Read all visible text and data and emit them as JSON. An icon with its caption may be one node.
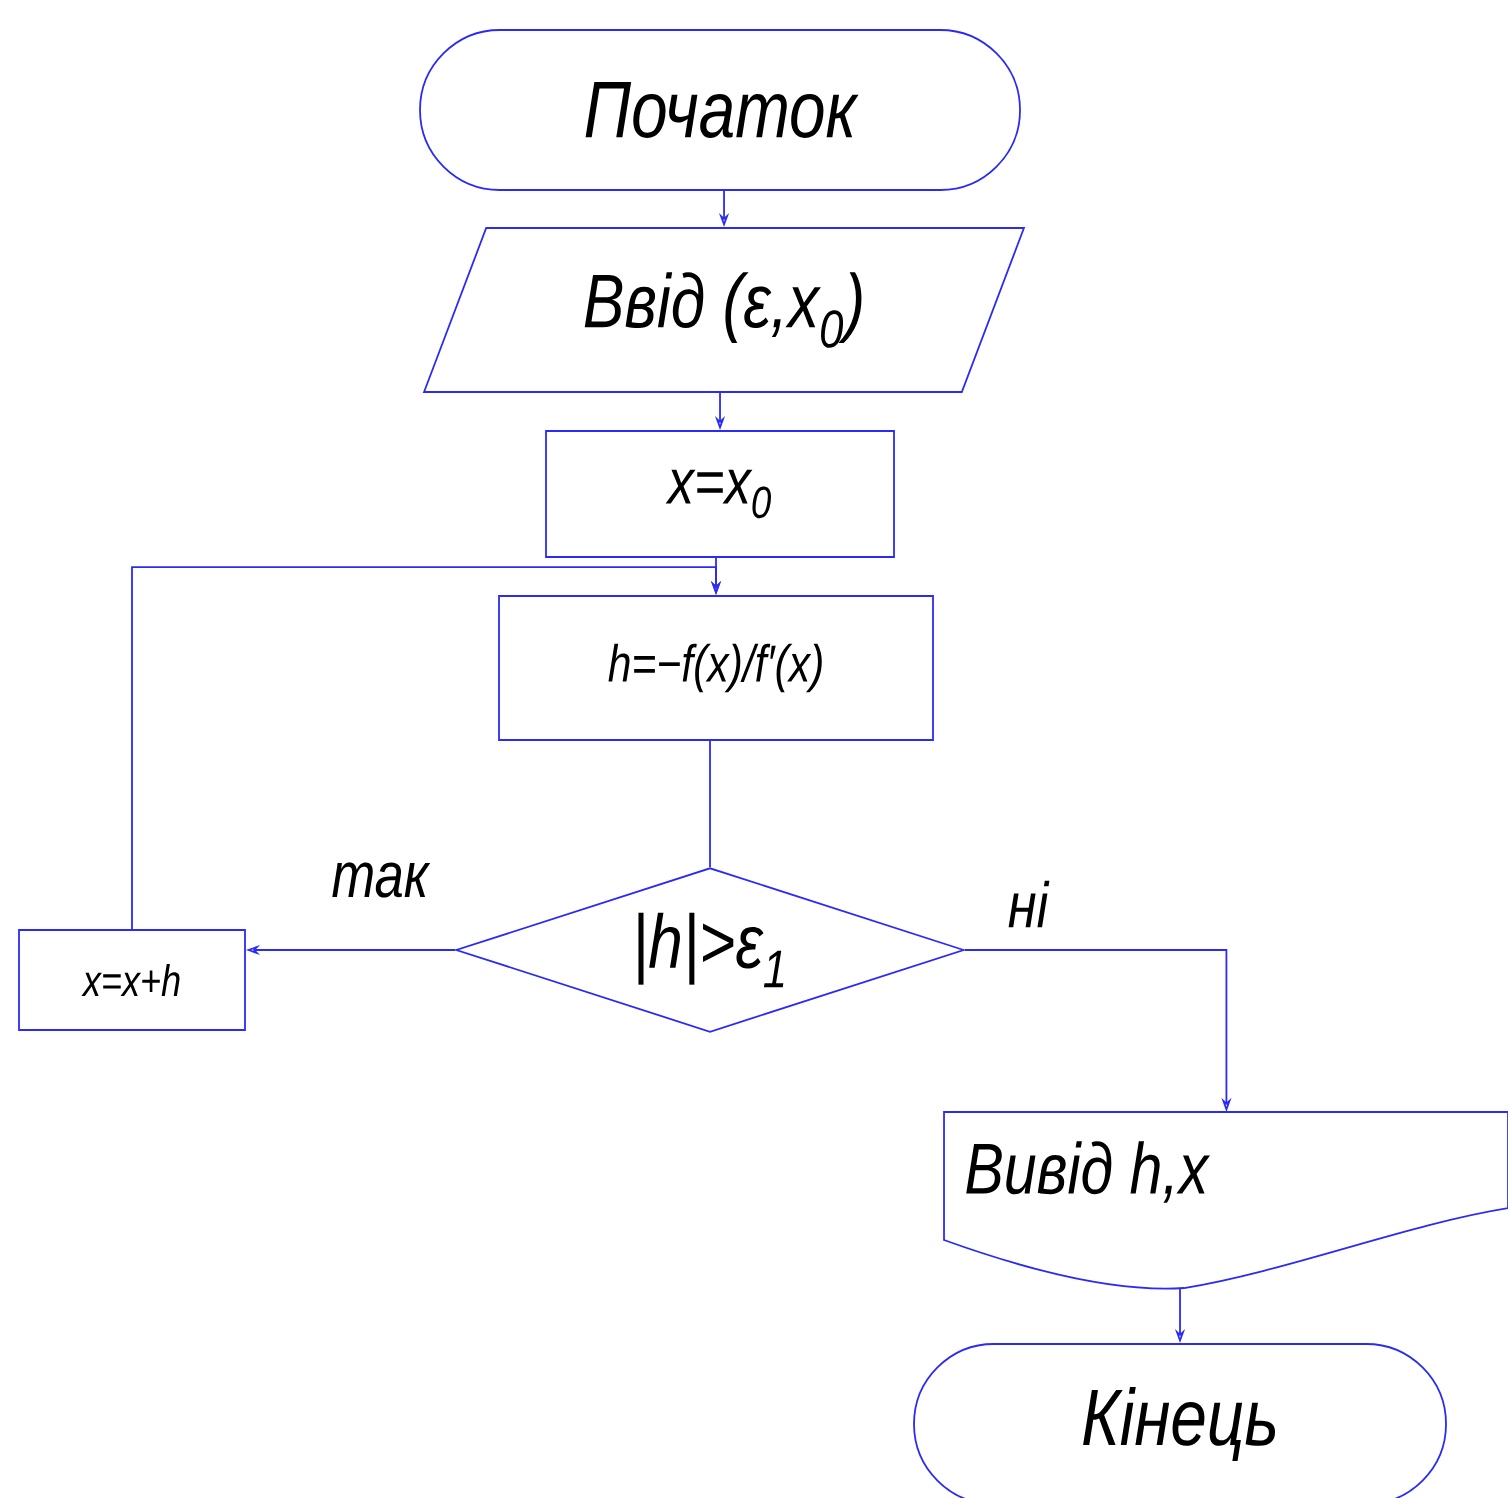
{
  "diagram": {
    "nodes": [
      {
        "text": [
          "Початок"
        ]
      },
      {
        "text": [
          "Ввід (ε,x$_{0}$)"
        ]
      },
      {
        "text": [
          "x=x$_{0}$"
        ]
      },
      {
        "text": [
          "h=−f(x)/f′(x)"
        ]
      },
      {
        "text": [
          "|h|>ε$_{1}$"
        ]
      },
      {
        "text": [
          "x=x+h"
        ]
      },
      {
        "text": [
          "Вивід h,x"
        ]
      },
      {
        "text": [
          "Кінець"
        ]
      }
    ],
    "edges": [
      {
        "from": 0,
        "to": 1,
        "arrow": "to"
      },
      {
        "from": 1,
        "to": 2,
        "arrow": "to"
      },
      {
        "from": 2,
        "to": 3,
        "arrow": "to"
      },
      {
        "from": 3,
        "to": 4,
        "arrow": "none"
      },
      {
        "from": 4,
        "to": 5,
        "arrow": "to",
        "label": "так"
      },
      {
        "from": 5,
        "to": 3,
        "arrow": "to"
      },
      {
        "from": 4,
        "to": 6,
        "arrow": "to",
        "label": "ні"
      },
      {
        "from": 6,
        "to": 7,
        "arrow": "to"
      }
    ]
  }
}
